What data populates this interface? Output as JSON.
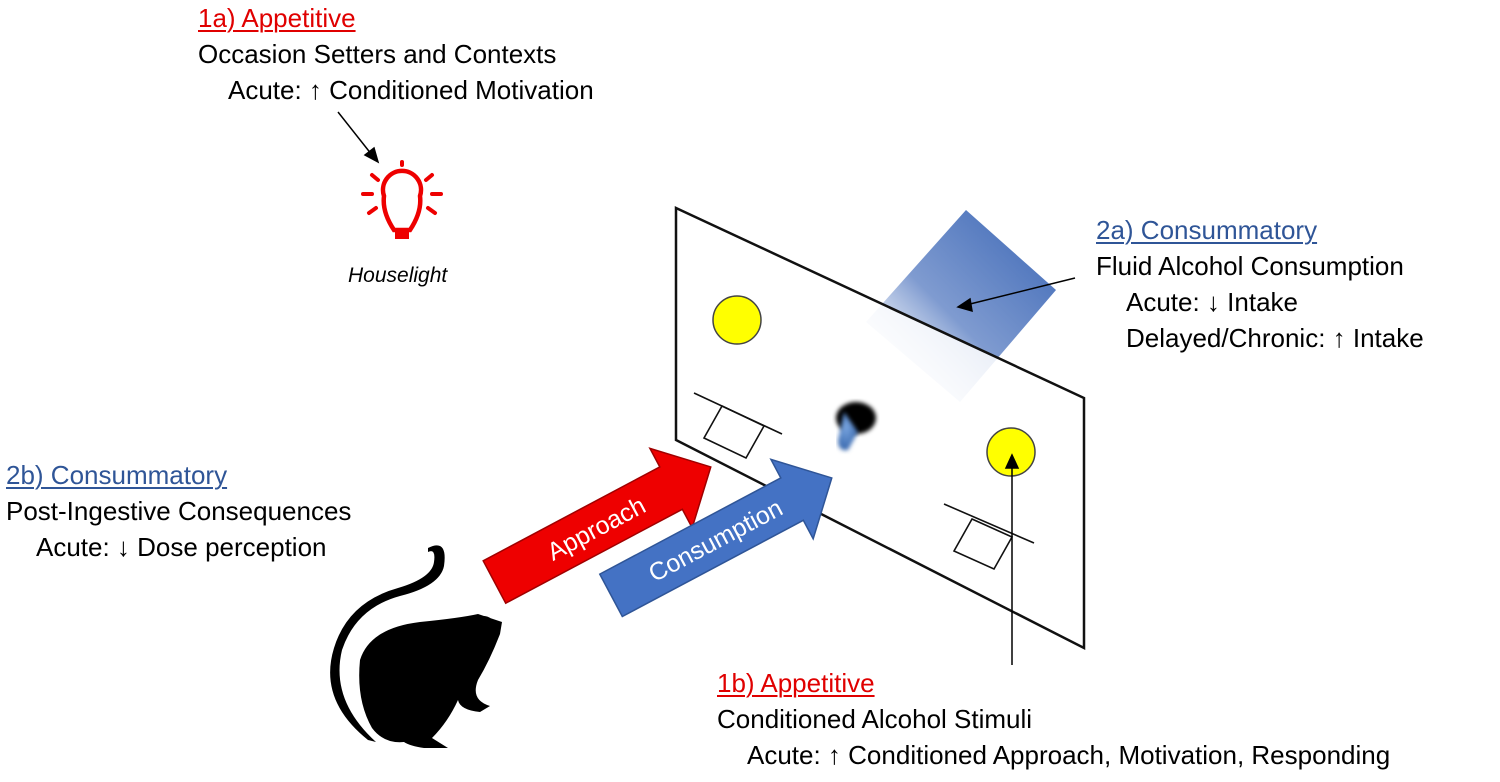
{
  "block_1a": {
    "heading": "1a) Appetitive",
    "line1": "Occasion Setters and Contexts",
    "line2": "Acute: ↑ Conditioned Motivation"
  },
  "houselight": {
    "label": "Houselight",
    "icon": "lightbulb-icon",
    "color": "#ee0000"
  },
  "block_2a": {
    "heading": "2a) Consummatory",
    "line1": "Fluid Alcohol Consumption",
    "line2": "Acute: ↓ Intake",
    "line3": "Delayed/Chronic: ↑ Intake"
  },
  "block_2b": {
    "heading": "2b) Consummatory",
    "line1": "Post-Ingestive Consequences",
    "line2": "Acute: ↓ Dose perception"
  },
  "block_1b": {
    "heading": "1b) Appetitive",
    "line1": "Conditioned Alcohol Stimuli",
    "line2": "Acute: ↑ Conditioned Approach, Motivation, Responding"
  },
  "arrows": {
    "approach": {
      "label": "Approach",
      "color": "#ee0000"
    },
    "consumption": {
      "label": "Consumption",
      "color": "#4472c4"
    }
  },
  "colors": {
    "appetitive": "#e00000",
    "consummatory": "#2f5597",
    "cue_light": "#ffff00",
    "fluid": "#3b66b5"
  }
}
